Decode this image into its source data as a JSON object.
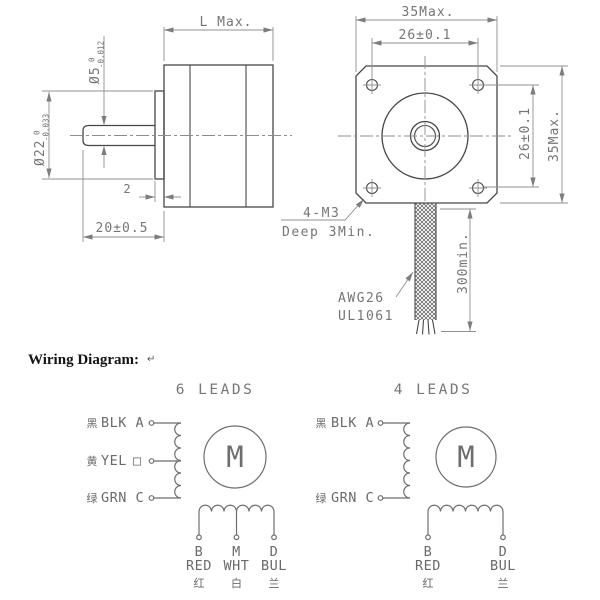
{
  "side_view": {
    "length_dim": "L  Max.",
    "shaft_dia": {
      "d": "Ø5",
      "tol_top": "0",
      "tol_bot": "-0.012"
    },
    "pilot_dia": {
      "d": "Ø22",
      "tol_top": "0",
      "tol_bot": "-0.033"
    },
    "pilot_len_dim": "2",
    "shaft_len_dim": "20±0.5"
  },
  "front_view": {
    "width_dim": "35Max.",
    "hole_span_top_dim": "26±0.1",
    "hole_span_right_dim": "26±0.1",
    "height_dim": "35Max.",
    "tap_note_line1": "4-M3",
    "tap_note_line2": "Deep 3Min.",
    "wire_len_dim": "300min.",
    "wire_note_line1": "AWG26",
    "wire_note_line2": "UL1061"
  },
  "wiring_section": {
    "title": "Wiring Diagram:",
    "return_mark": "↵"
  },
  "six_leads": {
    "title": "6 LEADS",
    "motor_label": "M",
    "phase_leads": [
      {
        "cn": "黑",
        "label": "BLK A"
      },
      {
        "cn": "黄",
        "label": "YEL",
        "symbol": "□"
      },
      {
        "cn": "绿",
        "label": "GRN C"
      }
    ],
    "terminals": [
      {
        "pin": "B",
        "color": "RED",
        "cn": "红"
      },
      {
        "pin": "M",
        "color": "WHT",
        "cn": "白"
      },
      {
        "pin": "D",
        "color": "BUL",
        "cn": "兰"
      }
    ]
  },
  "four_leads": {
    "title": "4 LEADS",
    "motor_label": "M",
    "phase_leads": [
      {
        "cn": "黑",
        "label": "BLK A"
      },
      {
        "cn": "绿",
        "label": "GRN C"
      }
    ],
    "terminals": [
      {
        "pin": "B",
        "color": "RED",
        "cn": "红"
      },
      {
        "pin": "D",
        "color": "BUL",
        "cn": "兰"
      }
    ]
  },
  "colors": {
    "background": "#ffffff",
    "object_line": "#474747",
    "dimension_line": "#909090",
    "text": "#757575",
    "section_title": "#141414"
  }
}
